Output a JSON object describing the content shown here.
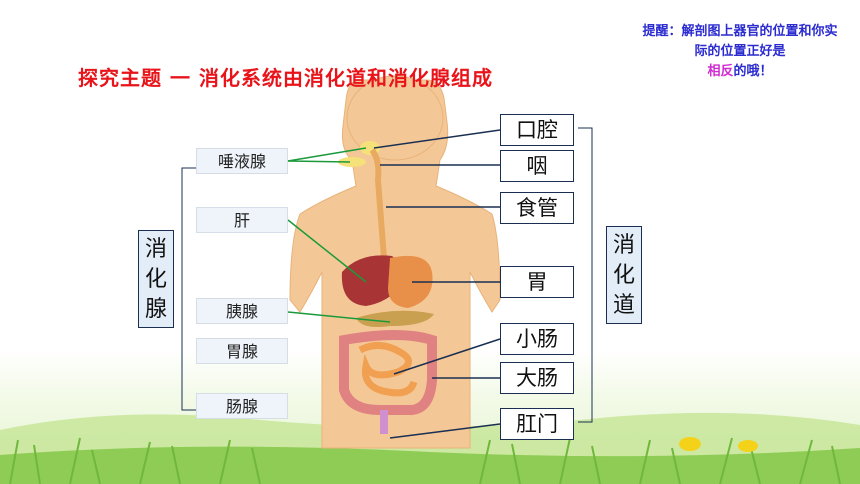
{
  "title": {
    "topic": "探究主题",
    "dash": "一",
    "subject": "消化系统由消化道和消化腺组成"
  },
  "tip": {
    "part1": "提醒：解剖图上器官的位置和你实际的位置正好是",
    "highlight": "相反",
    "part2": "的哦！"
  },
  "left_group": {
    "chars": [
      "消",
      "化",
      "腺"
    ]
  },
  "right_group": {
    "chars": [
      "消",
      "化",
      "道"
    ]
  },
  "glands": [
    "唾液腺",
    "肝",
    "胰腺",
    "胃腺",
    "肠腺"
  ],
  "tract": [
    "口腔",
    "咽",
    "食管",
    "胃",
    "小肠",
    "大肠",
    "肛门"
  ],
  "colors": {
    "title": "#e8141a",
    "tip": "#2b2bd0",
    "tip_highlight": "#d02bd0",
    "green_line": "#1a9a3a",
    "navy_line": "#1a2f52"
  }
}
